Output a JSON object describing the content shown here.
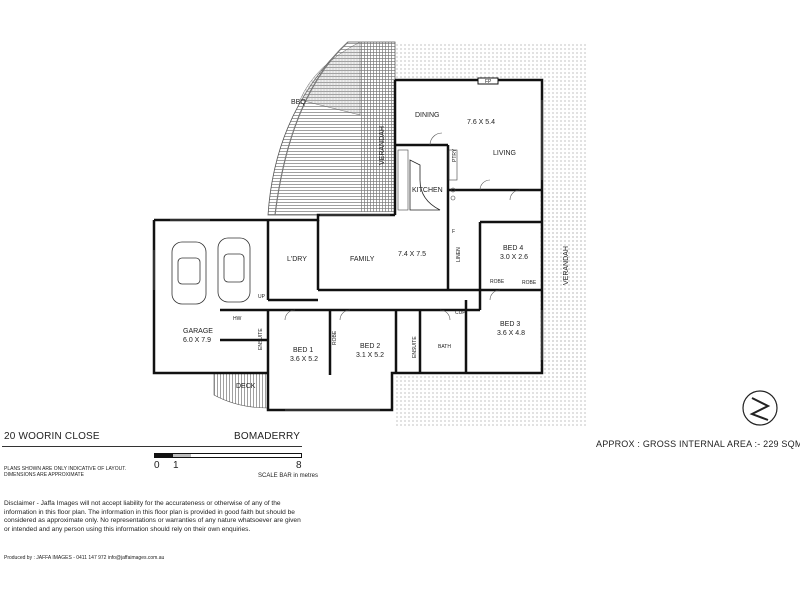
{
  "header": {
    "address": "20 WOORIN CLOSE",
    "suburb": "BOMADERRY",
    "gross_area": "APPROX : GROSS INTERNAL AREA :- 229 SQM"
  },
  "notes": {
    "plans_indicative": "PLANS SHOWN ARE ONLY INDICATIVE OF LAYOUT. DIMENSIONS ARE APPROXIMATE"
  },
  "scale_bar": {
    "tick_0": "0",
    "tick_1": "1",
    "tick_8": "8",
    "caption": "SCALE BAR in metres"
  },
  "disclaimer": "Disclaimer - Jaffa Images will not accept liability for the accurateness or otherwise of any of the information in this floor plan. The information in this floor plan is provided in good faith but should be considered as approximate only. No representations or warranties of any nature whatsoever are given or intended and any person using this information should rely on their own enquiries.",
  "produced_by": "Produced by : JAFFA IMAGES - 0411 147 972 info@jaffaimages.com.au",
  "rooms": {
    "dining": "DINING",
    "living": "LIVING",
    "living_dims": "7.6 X 5.4",
    "kitchen": "KITCHEN",
    "family": "FAMILY",
    "family_dims": "7.4 X 7.5",
    "laundry": "L'DRY",
    "garage": "GARAGE",
    "garage_dims": "6.0 X 7.9",
    "bed1": "BED 1",
    "bed1_dims": "3.6 X 5.2",
    "bed2": "BED 2",
    "bed2_dims": "3.1 X 5.2",
    "bed3": "BED 3",
    "bed3_dims": "3.6 X 4.8",
    "bed4": "BED 4",
    "bed4_dims": "3.0 X 2.6",
    "bbq": "BBQ",
    "deck": "DECK",
    "verandah_left": "VERANDAH",
    "verandah_right": "VERANDAH",
    "robe_a": "ROBE",
    "robe_b": "ROBE",
    "robe_c": "ROBE",
    "linen": "LINEN",
    "pantry": "PTRY",
    "fp": "FP",
    "fridge": "F",
    "ensuite_a": "ENSUITE",
    "ensuite_b": "ENSUITE",
    "bath": "BATH",
    "cup": "CUP",
    "hw": "HW",
    "up": "UP"
  },
  "icons": {
    "compass": "north-arrow-icon",
    "car": "car-icon"
  }
}
